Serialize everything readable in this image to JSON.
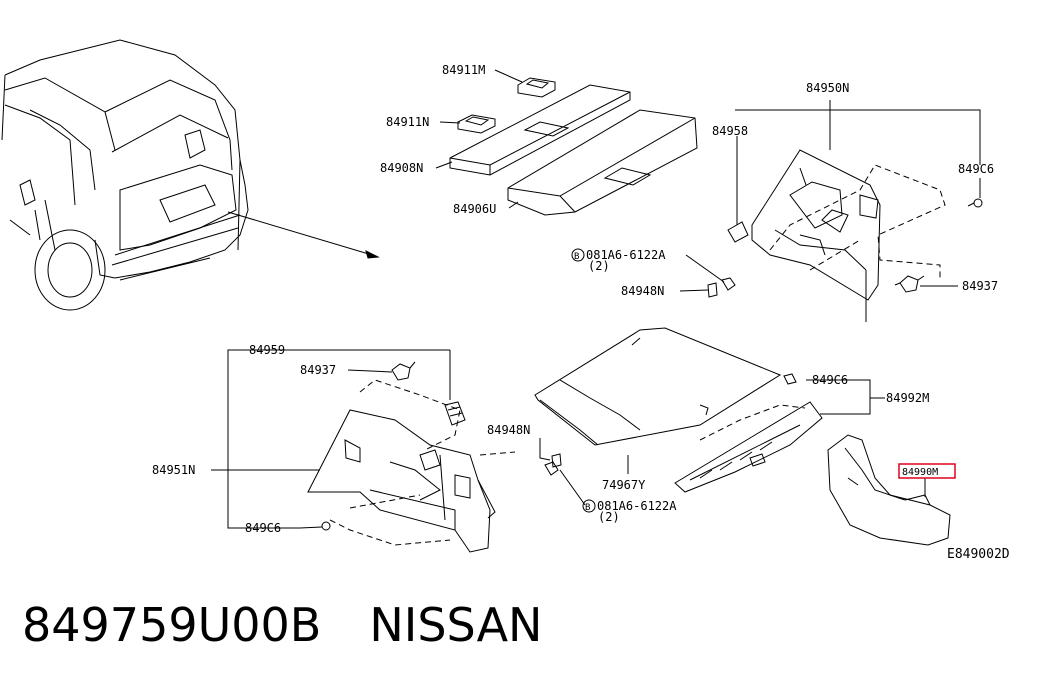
{
  "parts": {
    "p84911M": "84911M",
    "p84911N": "84911N",
    "p84908N": "84908N",
    "p84906U": "84906U",
    "p84950N": "84950N",
    "p84958": "84958",
    "p849C6_top": "849C6",
    "p081A6_top": "081A6-6122A",
    "p081A6_top_qty": "(2)",
    "p84948N_top": "84948N",
    "p84937_top": "84937",
    "p84959": "84959",
    "p84937_bottom": "84937",
    "p84951N": "84951N",
    "p849C6_bottom": "849C6",
    "p84948N_bottom": "84948N",
    "p74967Y": "74967Y",
    "p081A6_bottom": "081A6-6122A",
    "p081A6_bottom_qty": "(2)",
    "p849C6_right": "849C6",
    "p84992M": "84992M",
    "p84990M": "84990M",
    "bolt_symbol": "B"
  },
  "diagram_code": "E849002D",
  "caption": {
    "part_number": "849759U00B",
    "brand": "NISSAN"
  },
  "highlight_color": "#e0001b"
}
